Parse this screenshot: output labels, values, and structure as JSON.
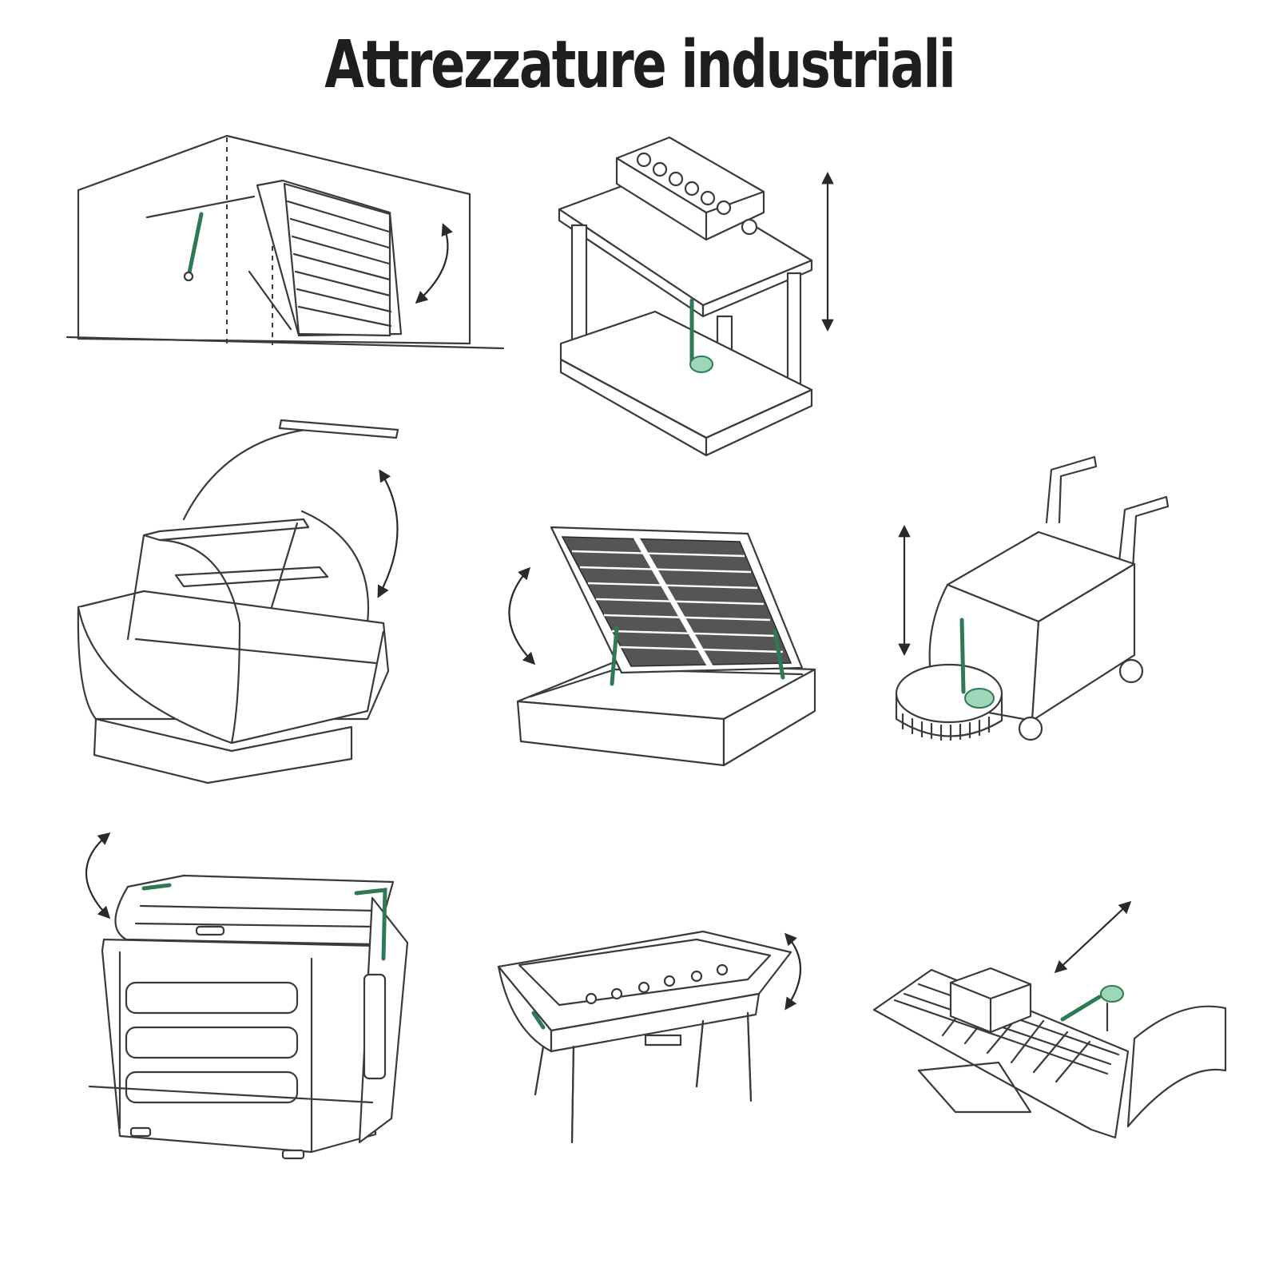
{
  "page": {
    "title": "Attrezzature industriali"
  },
  "illustrations": [
    {
      "id": "garage-door",
      "icon": "garage-door-icon"
    },
    {
      "id": "adjustable-table",
      "icon": "adjustable-table-icon"
    },
    {
      "id": "display-counter",
      "icon": "display-counter-icon"
    },
    {
      "id": "storage-bed",
      "icon": "storage-bed-icon"
    },
    {
      "id": "floor-scrubber",
      "icon": "floor-scrubber-icon"
    },
    {
      "id": "waste-bin",
      "icon": "waste-bin-icon"
    },
    {
      "id": "grill",
      "icon": "grill-icon"
    },
    {
      "id": "conveyor",
      "icon": "conveyor-icon"
    }
  ],
  "colors": {
    "line": "#3a3a3a",
    "spring": "#9fd6b8",
    "spring_outline": "#2d7a55",
    "title": "#1e1e1e"
  }
}
